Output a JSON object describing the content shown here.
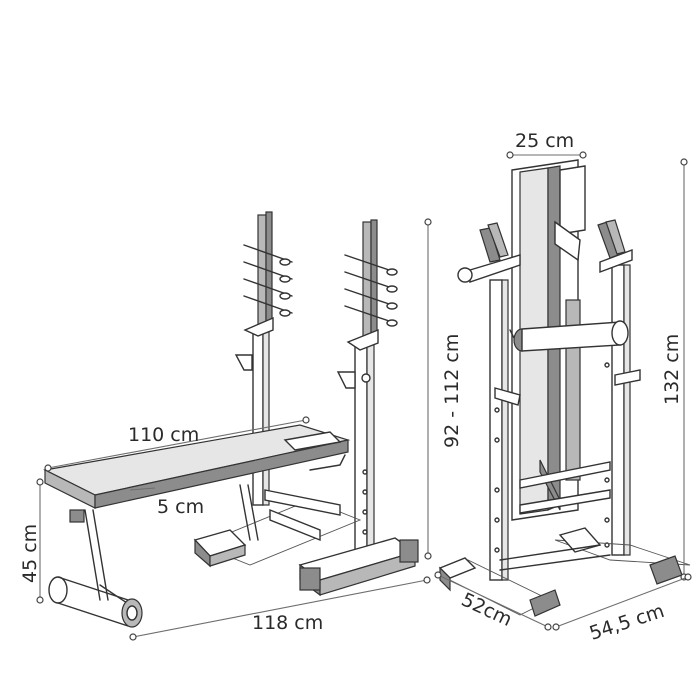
{
  "dimensions": {
    "bench_top_length": "110 cm",
    "bench_top_offset": "5 cm",
    "bench_height": "45 cm",
    "total_length": "118 cm",
    "rack_height": "92 - 112 cm",
    "top_width": "25 cm",
    "total_height": "132 cm",
    "base_depth": "52cm",
    "base_width": "54,5 cm"
  },
  "icons": {
    "left_view": "bench-side-view",
    "right_view": "bench-front-view"
  }
}
